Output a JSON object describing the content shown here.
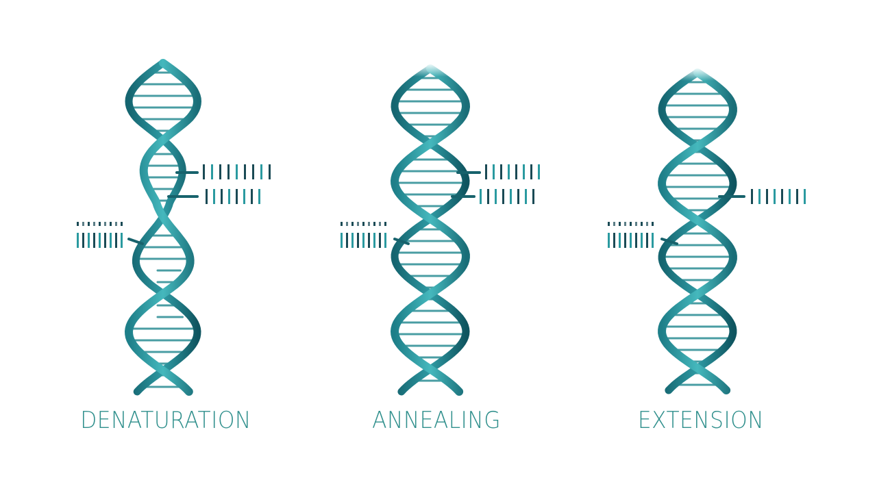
{
  "colors": {
    "background": "#ffffff",
    "strand_light": "#3aaab2",
    "strand_dark": "#17626c",
    "rung": "#2a8c94",
    "label": "#2f8f8c",
    "bar_dark": "#1a4a55",
    "bar_teal": "#2a9aa0"
  },
  "panels": [
    {
      "id": "denaturation",
      "label": "DENATURATION",
      "state": "unwinding",
      "primer_bar_groups": 3,
      "icon": "dna-helix-icon"
    },
    {
      "id": "annealing",
      "label": "ANNEALING",
      "state": "primer-binding",
      "primer_bar_groups": 3,
      "icon": "dna-helix-icon"
    },
    {
      "id": "extension",
      "label": "EXTENSION",
      "state": "full-helix",
      "primer_bar_groups": 2,
      "icon": "dna-helix-icon"
    }
  ]
}
